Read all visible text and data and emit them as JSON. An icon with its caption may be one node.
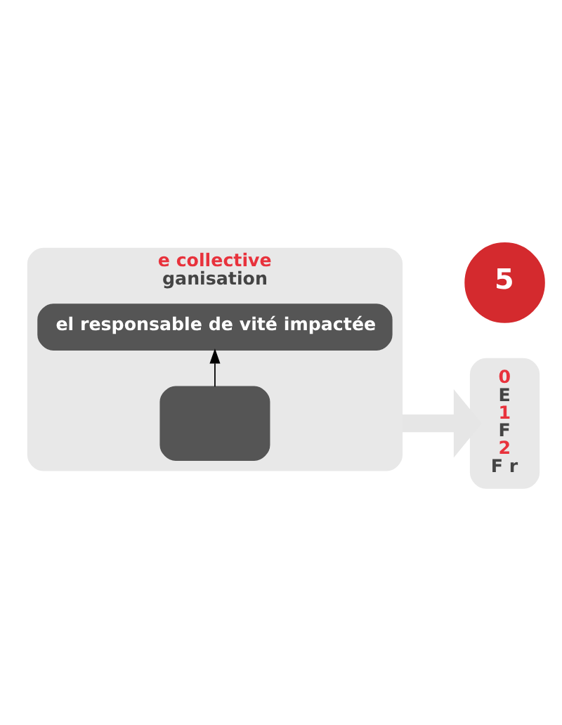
{
  "diagram": {
    "nodes": [
      {
        "text": [
          "e collective",
          "ganisation"
        ]
      },
      {
        "text": [],
        "shape": "box",
        "in": 0
      },
      {
        "text": [
          "el responsable de vité impactée"
        ],
        "in": 0
      },
      {
        "text": [
          "0",
          "E",
          "1",
          "F",
          "2",
          "F r"
        ]
      },
      {
        "text": [
          "5"
        ]
      }
    ],
    "edges": [
      {
        "from": 1,
        "to": 2,
        "arrow": "to"
      },
      {
        "from": 0,
        "to": 3,
        "arrow": "to",
        "style": "thick",
        "color": "#e6e6e6"
      }
    ]
  }
}
